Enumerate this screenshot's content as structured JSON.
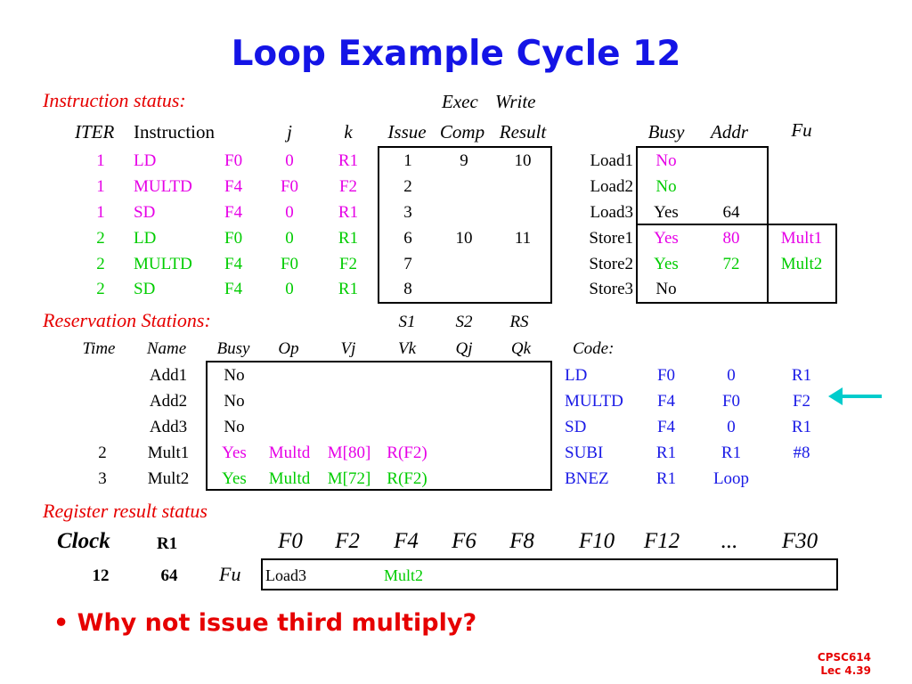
{
  "title": "Loop Example Cycle 12",
  "instruction_status": {
    "label": "Instruction status:",
    "exec_label": "Exec",
    "write_label": "Write",
    "headers": {
      "iter": "ITER",
      "instruction": "Instruction",
      "j": "j",
      "k": "k",
      "issue": "Issue",
      "comp": "Comp",
      "result": "Result"
    },
    "rows": [
      {
        "iter": "1",
        "op": "LD",
        "dest": "F0",
        "j": "0",
        "k": "R1",
        "issue": "1",
        "comp": "9",
        "result": "10"
      },
      {
        "iter": "1",
        "op": "MULTD",
        "dest": "F4",
        "j": "F0",
        "k": "F2",
        "issue": "2",
        "comp": "",
        "result": ""
      },
      {
        "iter": "1",
        "op": "SD",
        "dest": "F4",
        "j": "0",
        "k": "R1",
        "issue": "3",
        "comp": "",
        "result": ""
      },
      {
        "iter": "2",
        "op": "LD",
        "dest": "F0",
        "j": "0",
        "k": "R1",
        "issue": "6",
        "comp": "10",
        "result": "11"
      },
      {
        "iter": "2",
        "op": "MULTD",
        "dest": "F4",
        "j": "F0",
        "k": "F2",
        "issue": "7",
        "comp": "",
        "result": ""
      },
      {
        "iter": "2",
        "op": "SD",
        "dest": "F4",
        "j": "0",
        "k": "R1",
        "issue": "8",
        "comp": "",
        "result": ""
      }
    ]
  },
  "load_store": {
    "headers": {
      "busy": "Busy",
      "addr": "Addr",
      "fu": "Fu"
    },
    "rows": [
      {
        "name": "Load1",
        "busy": "No",
        "addr": "",
        "fu": ""
      },
      {
        "name": "Load2",
        "busy": "No",
        "addr": "",
        "fu": ""
      },
      {
        "name": "Load3",
        "busy": "Yes",
        "addr": "64",
        "fu": ""
      },
      {
        "name": "Store1",
        "busy": "Yes",
        "addr": "80",
        "fu": "Mult1"
      },
      {
        "name": "Store2",
        "busy": "Yes",
        "addr": "72",
        "fu": "Mult2"
      },
      {
        "name": "Store3",
        "busy": "No",
        "addr": "",
        "fu": ""
      }
    ]
  },
  "reservation_stations": {
    "label": "Reservation Stations:",
    "top_headers": {
      "s1": "S1",
      "s2": "S2",
      "rs": "RS"
    },
    "headers": {
      "time": "Time",
      "name": "Name",
      "busy": "Busy",
      "op": "Op",
      "vj": "Vj",
      "vk": "Vk",
      "qj": "Qj",
      "qk": "Qk",
      "code": "Code:"
    },
    "rows": [
      {
        "time": "",
        "name": "Add1",
        "busy": "No",
        "op": "",
        "vj": "",
        "vk": ""
      },
      {
        "time": "",
        "name": "Add2",
        "busy": "No",
        "op": "",
        "vj": "",
        "vk": ""
      },
      {
        "time": "",
        "name": "Add3",
        "busy": "No",
        "op": "",
        "vj": "",
        "vk": ""
      },
      {
        "time": "2",
        "name": "Mult1",
        "busy": "Yes",
        "op": "Multd",
        "vj": "M[80]",
        "vk": "R(F2)"
      },
      {
        "time": "3",
        "name": "Mult2",
        "busy": "Yes",
        "op": "Multd",
        "vj": "M[72]",
        "vk": "R(F2)"
      }
    ]
  },
  "code": [
    {
      "op": "LD",
      "a": "F0",
      "b": "0",
      "c": "R1"
    },
    {
      "op": "MULTD",
      "a": "F4",
      "b": "F0",
      "c": "F2"
    },
    {
      "op": "SD",
      "a": "F4",
      "b": "0",
      "c": "R1"
    },
    {
      "op": "SUBI",
      "a": "R1",
      "b": "R1",
      "c": "#8"
    },
    {
      "op": "BNEZ",
      "a": "R1",
      "b": "Loop",
      "c": ""
    }
  ],
  "register_status": {
    "label": "Register result status",
    "clock_label": "Clock",
    "r1_label": "R1",
    "clock_value": "12",
    "r1_value": "64",
    "fu_label": "Fu",
    "registers": [
      "F0",
      "F2",
      "F4",
      "F6",
      "F8",
      "F10",
      "F12",
      "...",
      "F30"
    ],
    "fu_values": [
      "Load3",
      "",
      "Mult2",
      "",
      "",
      "",
      "",
      "",
      ""
    ]
  },
  "bullet": "Why not issue third multiply?",
  "footer": {
    "line1": "CPSC614",
    "line2": "Lec 4.39"
  },
  "colors": {
    "title": "#1414e6",
    "section": "#e60000",
    "iter1": "#e600e6",
    "iter2": "#00cc00",
    "code": "#1a1ae6",
    "arrow": "#00cccc"
  },
  "icons": {
    "arrow": "left-arrow-icon"
  }
}
